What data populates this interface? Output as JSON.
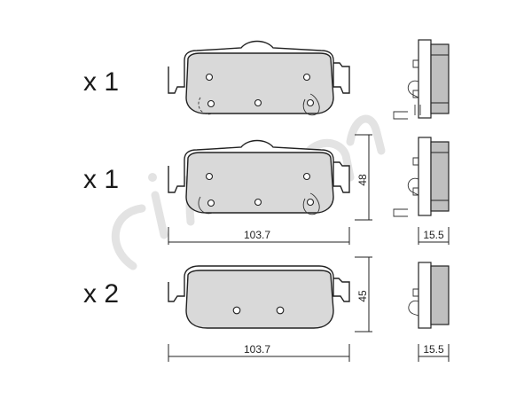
{
  "rows": [
    {
      "quantity": "x 1"
    },
    {
      "quantity": "x 1"
    },
    {
      "quantity": "x 2"
    }
  ],
  "dimensions": {
    "height_row2": "48",
    "width_row2": "103.7",
    "thickness_row2": "15.5",
    "height_row3": "45",
    "width_row3": "103.7",
    "thickness_row3": "15.5"
  },
  "watermark": {
    "text": "cifam"
  },
  "colors": {
    "pad_fill": "#d9d9d9",
    "line": "#222222",
    "watermark": "#e3e3e3"
  }
}
